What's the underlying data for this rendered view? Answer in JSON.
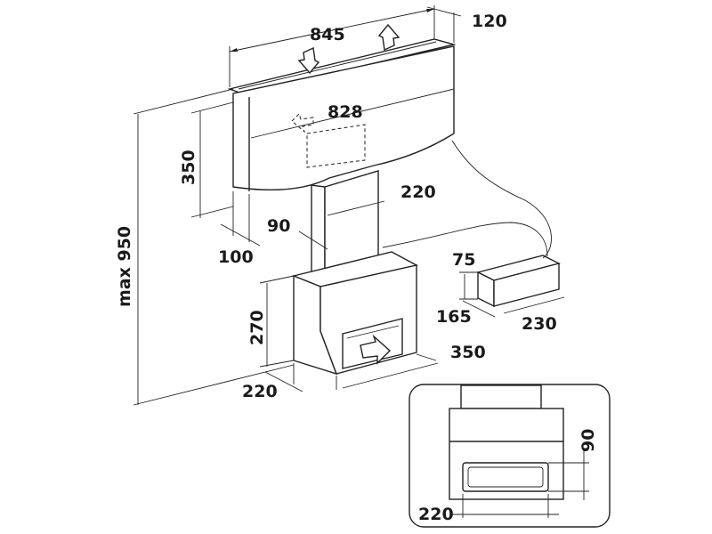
{
  "dimensions": {
    "width_total": "845",
    "depth_top": "120",
    "inner_width": "828",
    "hood_height": "350",
    "chimney_width": "220",
    "chimney_depth": "90",
    "front_offset": "100",
    "max_height": "max 950",
    "motor_height": "270",
    "motor_depth": "220",
    "motor_width": "350",
    "remote_height": "75",
    "remote_depth": "165",
    "remote_width": "230",
    "detail_height": "90",
    "detail_width": "220"
  }
}
